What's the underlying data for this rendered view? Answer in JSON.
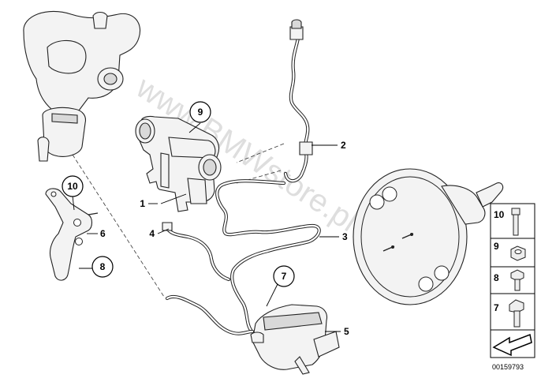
{
  "watermark": "www.BMWstore.pl",
  "callouts": {
    "c1": "1",
    "c2": "2",
    "c3": "3",
    "c4": "4",
    "c5": "5",
    "c6": "6",
    "c7": "7",
    "c8": "8",
    "c9": "9",
    "c10": "10"
  },
  "legend": {
    "items": [
      {
        "number": "10",
        "icon": "bolt-long-icon"
      },
      {
        "number": "9",
        "icon": "hex-nut-icon"
      },
      {
        "number": "8",
        "icon": "flange-bolt-icon"
      },
      {
        "number": "7",
        "icon": "hex-bolt-icon"
      }
    ],
    "arrow_icon": "direction-arrow-icon"
  },
  "diagram_code": "00159793"
}
